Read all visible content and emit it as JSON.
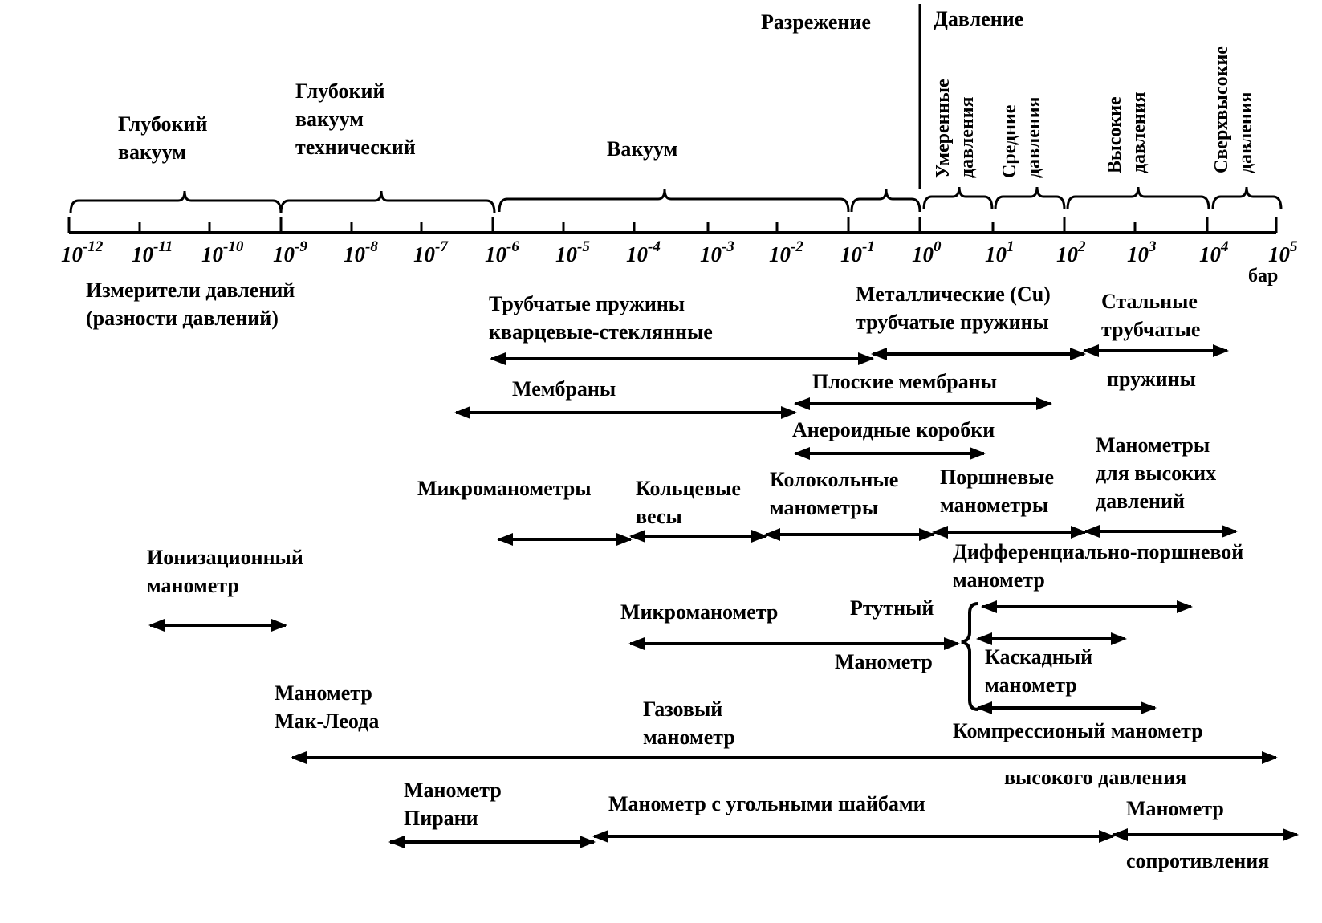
{
  "header": {
    "rarefaction": "Разрежение",
    "pressure": "Давление"
  },
  "scale": {
    "base": "10",
    "exponents": [
      "-12",
      "-11",
      "-10",
      "-9",
      "-8",
      "-7",
      "-6",
      "-5",
      "-4",
      "-3",
      "-2",
      "-1",
      "0",
      "1",
      "2",
      "3",
      "4",
      "5"
    ],
    "unit": "бар"
  },
  "vacuum_ranges": {
    "deep_vacuum": [
      "Глубокий",
      "вакуум"
    ],
    "deep_vacuum_technical": [
      "Глубокий",
      "вакуум",
      "технический"
    ],
    "vacuum": "Вакуум"
  },
  "pressure_ranges": {
    "moderate": [
      "Умеренные",
      "давления"
    ],
    "medium": [
      "Средние",
      "давления"
    ],
    "high": [
      "Высокие",
      "давления"
    ],
    "ultra_high": [
      "Сверхвысокие",
      "давления"
    ]
  },
  "instruments": {
    "heading": [
      "Измерители давлений",
      "(разности давлений)"
    ],
    "quartz_tube_springs": [
      "Трубчатые пружины",
      "кварцевые-стеклянные"
    ],
    "metal_tube_springs": [
      "Металлические (Cu)",
      "трубчатые пружины"
    ],
    "steel_tube_springs_1": [
      "Стальные",
      "трубчатые"
    ],
    "steel_tube_springs_2": "пружины",
    "membranes": "Мембраны",
    "flat_membranes": "Плоские мембраны",
    "aneroid_boxes": "Анероидные коробки",
    "high_pressure_gauges": [
      "Манометры",
      "для высоких",
      "давлений"
    ],
    "micromanometers": "Микроманометры",
    "ring_balance": [
      "Кольцевые",
      "весы"
    ],
    "bell_gauges": [
      "Колокольные",
      "манометры"
    ],
    "piston_gauges": [
      "Поршневые",
      "манометры"
    ],
    "ionization_gauge": [
      "Ионизационный",
      "манометр"
    ],
    "diff_piston_gauge": [
      "Дифференциально-поршневой",
      "манометр"
    ],
    "micromanometer": "Микроманометр",
    "mercury": "Ртутный",
    "manometer": "Манометр",
    "cascade_gauge": [
      "Каскадный",
      "манометр"
    ],
    "mcleod_gauge": [
      "Манометр",
      "Мак-Леода"
    ],
    "gas_gauge": [
      "Газовый",
      "манометр"
    ],
    "compression_gauge_1": "Компрессионый манометр",
    "compression_gauge_2": "высокого давления",
    "pirani_gauge": [
      "Манометр",
      "Пирани"
    ],
    "carbon_disc_gauge": "Манометр с угольными шайбами",
    "resistance_gauge_1": "Манометр",
    "resistance_gauge_2": "сопротивления"
  }
}
